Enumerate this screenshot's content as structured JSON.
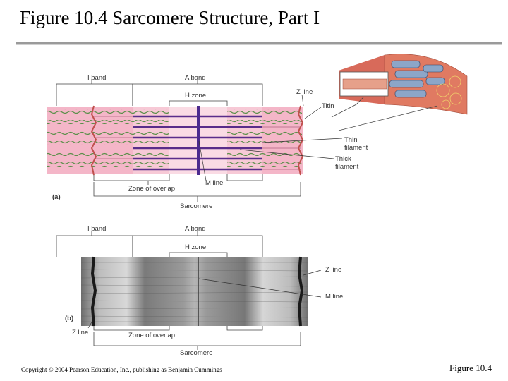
{
  "slide": {
    "title": "Figure 10.4  Sarcomere Structure, Part I",
    "copyright": "Copyright © 2004 Pearson Education, Inc., publishing as Benjamin Cummings",
    "figure_ref": "Figure 10.4"
  },
  "panel_a": {
    "panel_label": "(a)",
    "i_band": "I band",
    "a_band": "A band",
    "h_zone": "H zone",
    "z_line": "Z line",
    "titin": "Titin",
    "thin_filament": [
      "Thin",
      "filament"
    ],
    "thick_filament": [
      "Thick",
      "filament"
    ],
    "m_line": "M line",
    "zone_of_overlap": "Zone of overlap",
    "sarcomere": "Sarcomere"
  },
  "panel_b": {
    "panel_label": "(b)",
    "i_band": "I band",
    "a_band": "A band",
    "h_zone": "H zone",
    "z_line_right": "Z line",
    "m_line": "M line",
    "z_line_left": "Z line",
    "zone_of_overlap": "Zone of overlap",
    "sarcomere": "Sarcomere"
  },
  "colors": {
    "thin_filament": "#5b8f4a",
    "thick_filament": "#5a2d8a",
    "sarcomere_bg": "#f4b6c8",
    "a_band_bg": "#f7c9d6",
    "z_line": "#c0504d",
    "muscle_fiber": "#d86a5a"
  }
}
